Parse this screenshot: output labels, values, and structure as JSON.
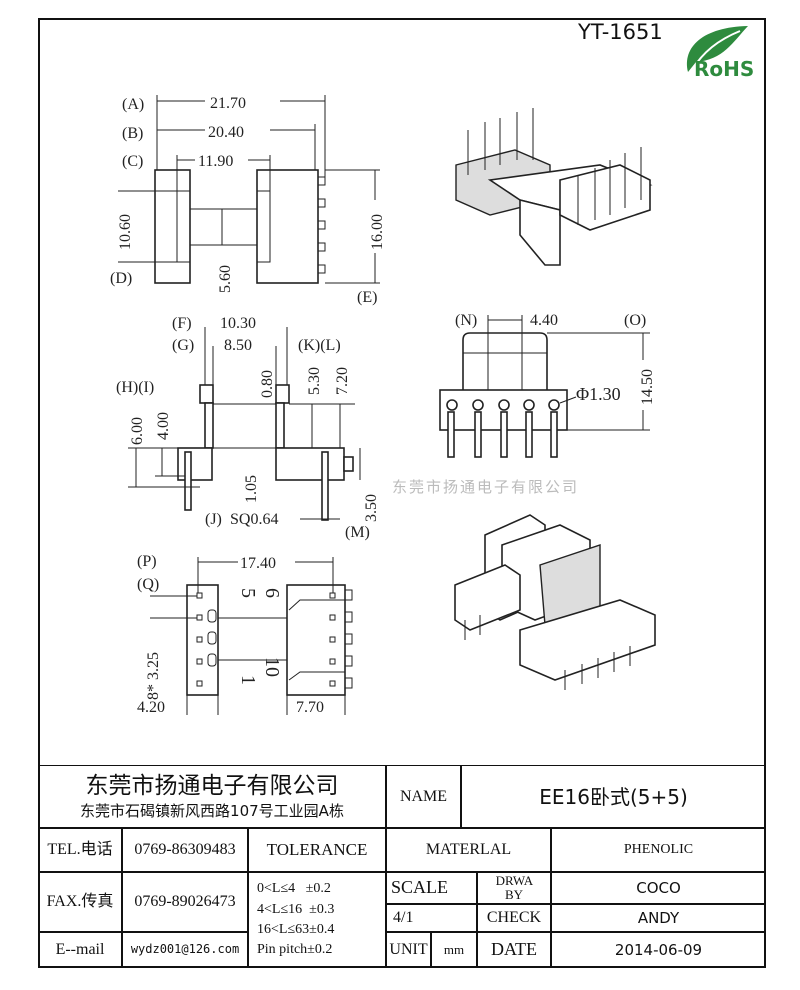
{
  "drawing_number": "YT-1651",
  "logo_text": "RoHS",
  "watermark": "东莞市扬通电子有限公司",
  "colors": {
    "line": "#222222",
    "rohs_green": "#2e8b3e"
  },
  "top_view": {
    "labels": {
      "A": "(A)",
      "B": "(B)",
      "C": "(C)",
      "D": "(D)",
      "E": "(E)"
    },
    "dims": {
      "A": "21.70",
      "B": "20.40",
      "C": "11.90",
      "D": "10.60",
      "core": "5.60",
      "E": "16.00"
    }
  },
  "side_view": {
    "labels": {
      "F": "(F)",
      "G": "(G)",
      "KL": "(K)(L)",
      "HI": "(H)(I)",
      "J": "(J)",
      "M": "(M)"
    },
    "dims": {
      "F": "10.30",
      "G": "8.50",
      "gap": "0.80",
      "K": "5.30",
      "L": "7.20",
      "H": "6.00",
      "I": "4.00",
      "base": "1.05",
      "J": "SQ0.64",
      "M": "3.50"
    }
  },
  "bottom_view": {
    "labels": {
      "P": "(P)",
      "Q": "(Q)"
    },
    "dims": {
      "P": "17.40",
      "Q": "8* 3.25",
      "left": "4.20",
      "right": "7.70"
    },
    "pins": {
      "p5": "5",
      "p6": "6",
      "p1": "1",
      "p10": "10"
    }
  },
  "front_view": {
    "labels": {
      "N": "(N)",
      "O": "(O)"
    },
    "dims": {
      "N": "4.40",
      "pin_dia": "Φ1.30",
      "O": "14.50"
    }
  },
  "title_block": {
    "company": "东莞市扬通电子有限公司",
    "address": "东莞市石碣镇新风西路107号工业园A栋",
    "name_label": "NAME",
    "name_value": "EE16卧式(5+5)",
    "tel_label": "TEL.电话",
    "tel_value": "0769-86309483",
    "fax_label": "FAX.传真",
    "fax_value": "0769-89026473",
    "email_label": "E--mail",
    "email_value": "wydz001@126.com",
    "tolerance_label": "TOLERANCE",
    "tolerances": [
      "0<L≤4   ±0.2",
      "4<L≤16  ±0.3",
      "16<L≤63±0.4",
      "Pin pitch±0.2"
    ],
    "material_label": "MATERLAL",
    "material_value": "PHENOLIC",
    "scale_label": "SCALE",
    "scale_value": "4/1",
    "drawn_label": "DRWA BY",
    "drawn_value": "COCO",
    "check_label": "CHECK",
    "check_value": "ANDY",
    "unit_label": "UNIT",
    "unit_value": "mm",
    "date_label": "DATE",
    "date_value": "2014-06-09"
  }
}
